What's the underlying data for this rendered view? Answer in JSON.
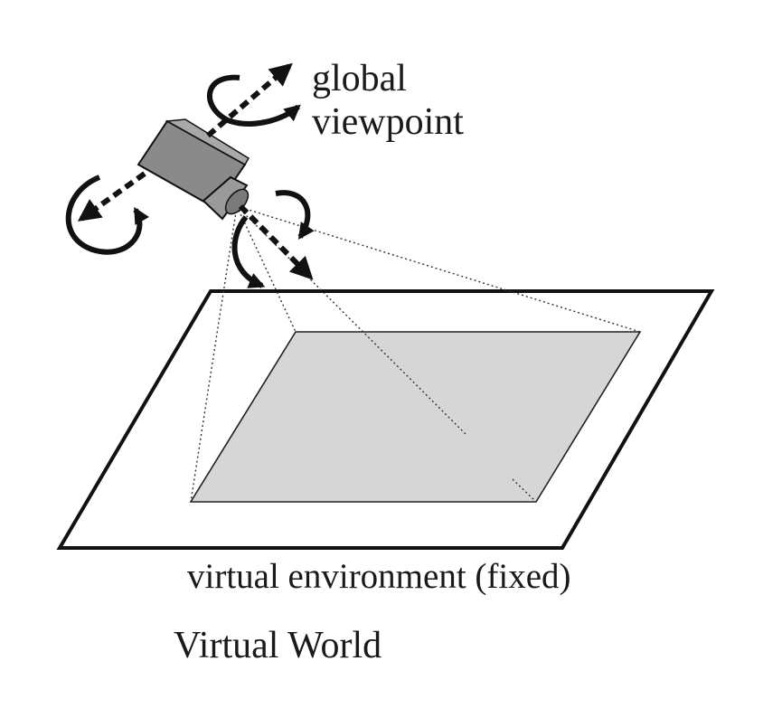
{
  "labels": {
    "global_viewpoint_line1": "global",
    "global_viewpoint_line2": "viewpoint",
    "virtual_environment": "virtual environment (fixed)",
    "virtual_world": "Virtual World"
  },
  "colors": {
    "ink": "#111111",
    "screen_fill": "#d6d6d6",
    "camera_body": "#8a8a8a",
    "camera_lens": "#9a9a9a",
    "background": "#ffffff"
  },
  "icons": {
    "camera": "camera-icon",
    "rotation": "rotation-arrow-icon",
    "direction": "dotted-arrow-icon"
  }
}
